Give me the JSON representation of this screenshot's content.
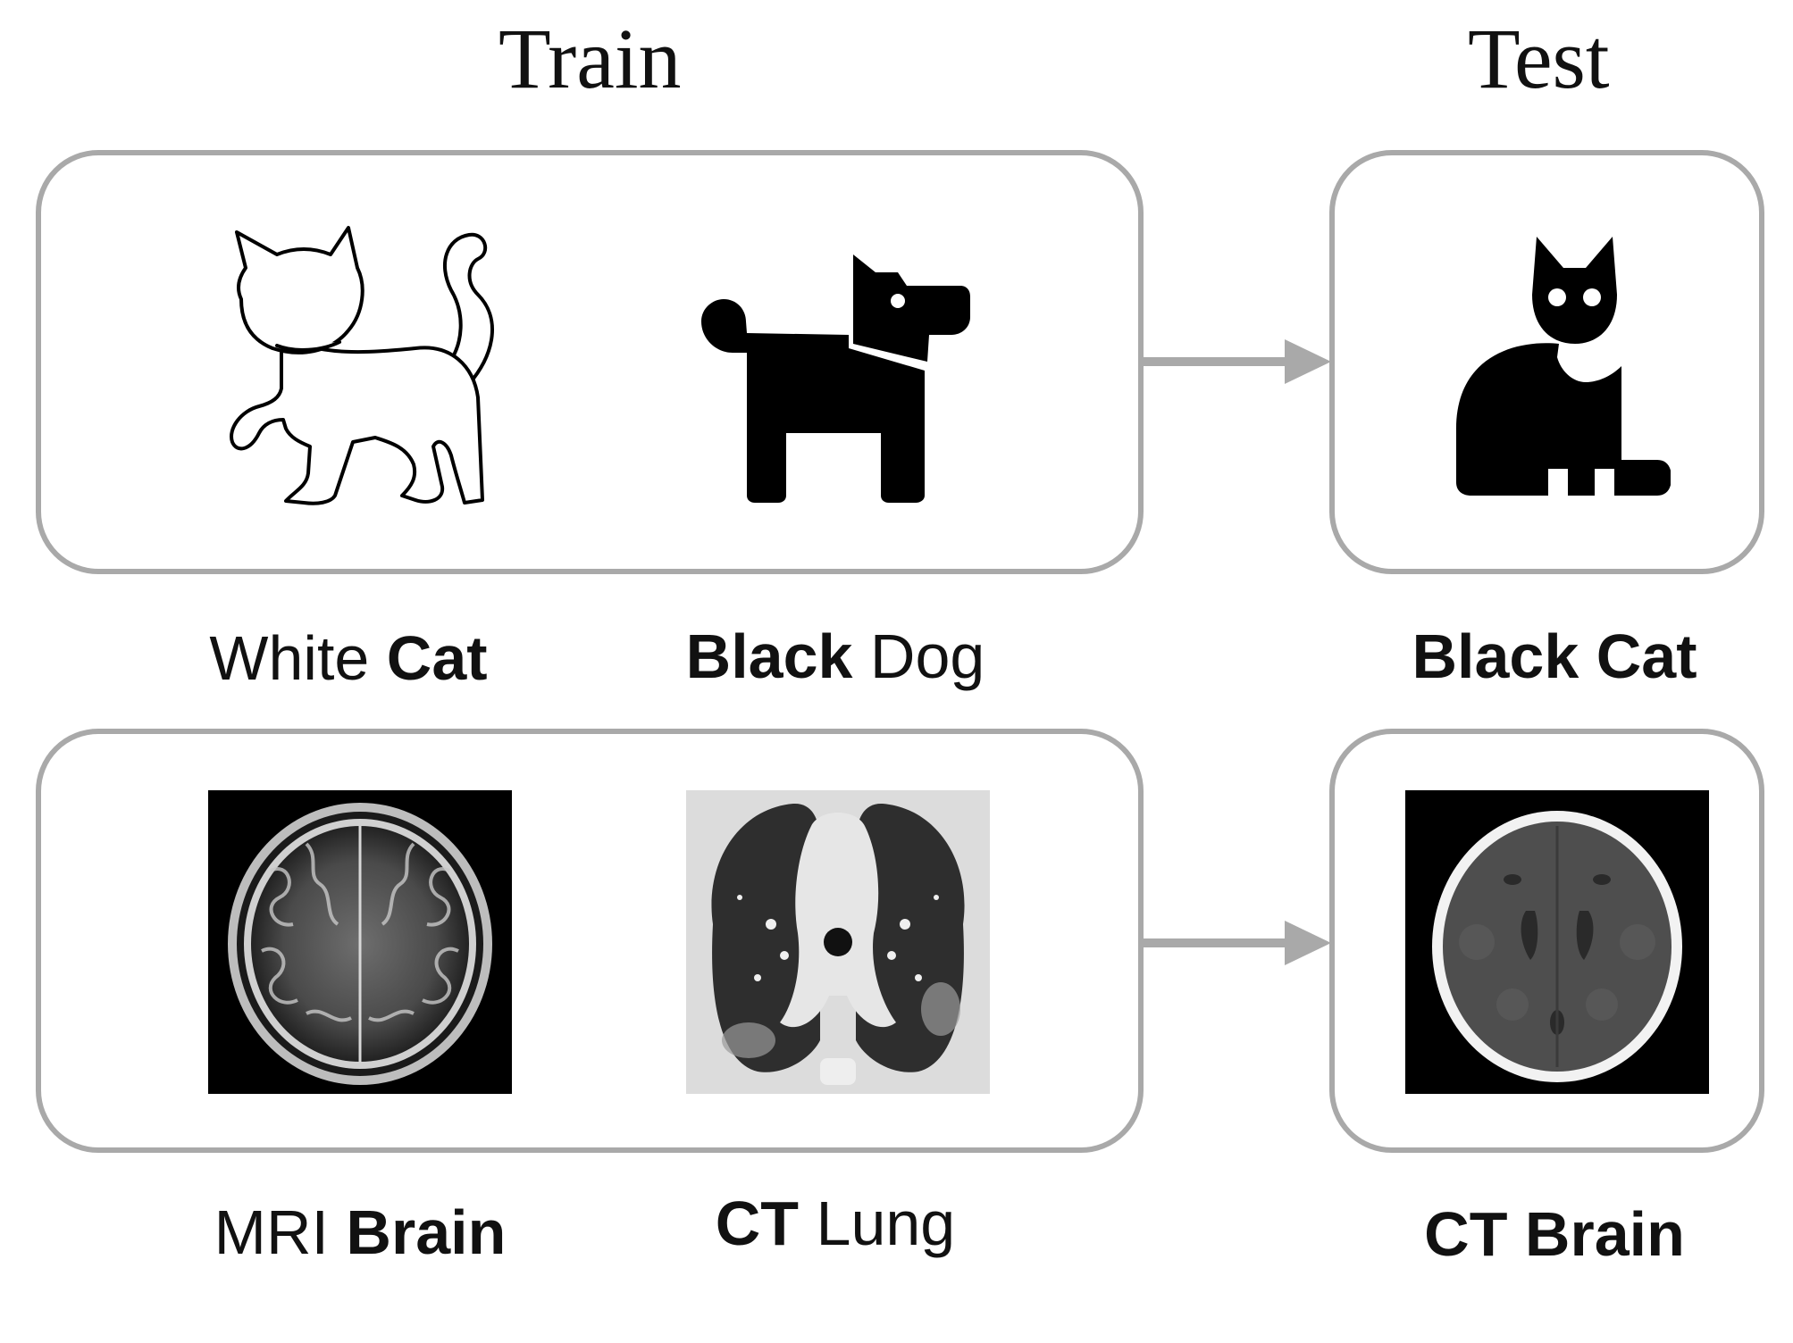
{
  "headings": {
    "train": "Train",
    "test": "Test"
  },
  "rows": [
    {
      "train_items": [
        {
          "icon": "white-cat-outline-icon",
          "label_prefix": "White ",
          "label_bold": "Cat",
          "label_suffix": ""
        },
        {
          "icon": "black-dog-icon",
          "label_prefix": "",
          "label_bold": "Black",
          "label_suffix": " Dog"
        }
      ],
      "test_item": {
        "icon": "black-cat-icon",
        "label_prefix": "",
        "label_bold": "Black Cat",
        "label_suffix": ""
      }
    },
    {
      "train_items": [
        {
          "icon": "mri-brain-scan",
          "label_prefix": "MRI ",
          "label_bold": "Brain",
          "label_suffix": ""
        },
        {
          "icon": "ct-lung-scan",
          "label_prefix": "",
          "label_bold": "CT",
          "label_suffix": " Lung"
        }
      ],
      "test_item": {
        "icon": "ct-brain-scan",
        "label_prefix": "",
        "label_bold": "CT Brain",
        "label_suffix": ""
      }
    }
  ],
  "colors": {
    "border": "#a9a9a9",
    "arrow": "#a9a9a9",
    "ink": "#000000"
  }
}
